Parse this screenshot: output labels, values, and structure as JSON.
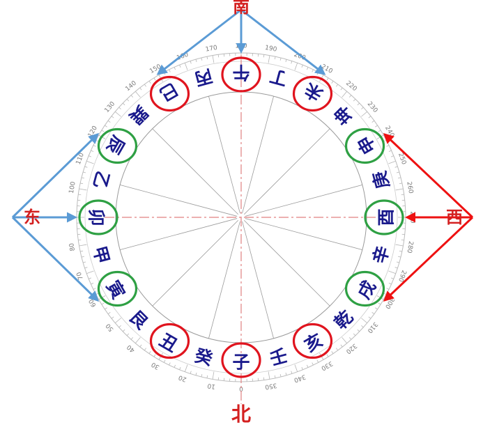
{
  "directions": {
    "south": "南",
    "north": "北",
    "east": "东",
    "west": "西"
  },
  "mountains": [
    {
      "char": "子",
      "group": "red"
    },
    {
      "char": "癸",
      "group": "none"
    },
    {
      "char": "丑",
      "group": "red"
    },
    {
      "char": "艮",
      "group": "none"
    },
    {
      "char": "寅",
      "group": "green"
    },
    {
      "char": "甲",
      "group": "none"
    },
    {
      "char": "卯",
      "group": "green"
    },
    {
      "char": "乙",
      "group": "none"
    },
    {
      "char": "辰",
      "group": "green"
    },
    {
      "char": "巽",
      "group": "none"
    },
    {
      "char": "巳",
      "group": "red"
    },
    {
      "char": "丙",
      "group": "none"
    },
    {
      "char": "午",
      "group": "red"
    },
    {
      "char": "丁",
      "group": "none"
    },
    {
      "char": "未",
      "group": "red"
    },
    {
      "char": "坤",
      "group": "none"
    },
    {
      "char": "申",
      "group": "green"
    },
    {
      "char": "庚",
      "group": "none"
    },
    {
      "char": "酉",
      "group": "green"
    },
    {
      "char": "辛",
      "group": "none"
    },
    {
      "char": "戌",
      "group": "green"
    },
    {
      "char": "乾",
      "group": "none"
    },
    {
      "char": "亥",
      "group": "red"
    },
    {
      "char": "壬",
      "group": "none"
    }
  ],
  "degree_labels": [
    "0",
    "10",
    "20",
    "30",
    "40",
    "50",
    "60",
    "70",
    "80",
    "90",
    "100",
    "110",
    "120",
    "130",
    "140",
    "150",
    "160",
    "170",
    "180",
    "190",
    "200",
    "210",
    "220",
    "230",
    "240",
    "250",
    "260",
    "270",
    "280",
    "290",
    "300",
    "310",
    "320",
    "330",
    "340",
    "350"
  ],
  "colors": {
    "text_blue": "#1a1a8c",
    "ring_red": "#e0141e",
    "ring_green": "#2ea043",
    "arrow_blue": "#5b9bd5",
    "arrow_red": "#ee1111",
    "dir_red": "#d42020",
    "line_gray": "#9a9a9a",
    "axis_red": "#e08080"
  }
}
